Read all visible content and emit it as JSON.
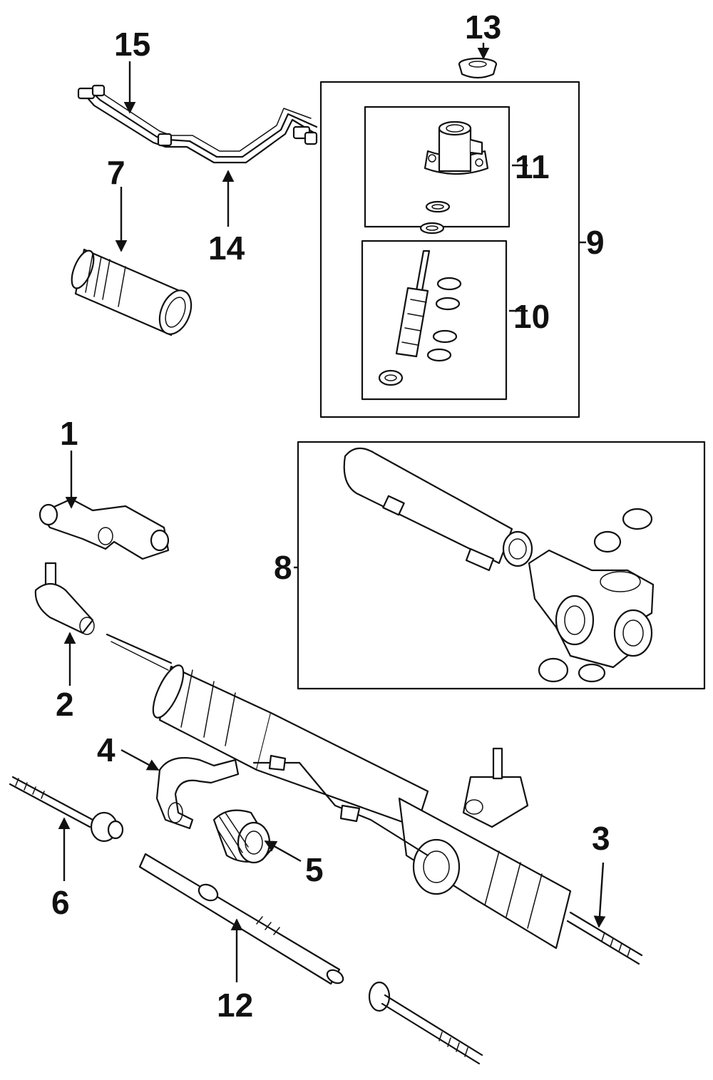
{
  "diagram": {
    "callouts": [
      {
        "id": "c1",
        "text": "1"
      },
      {
        "id": "c2",
        "text": "2"
      },
      {
        "id": "c3",
        "text": "3"
      },
      {
        "id": "c4",
        "text": "4"
      },
      {
        "id": "c5",
        "text": "5"
      },
      {
        "id": "c6",
        "text": "6"
      },
      {
        "id": "c7",
        "text": "7"
      },
      {
        "id": "c8",
        "text": "8"
      },
      {
        "id": "c9",
        "text": "9"
      },
      {
        "id": "c10",
        "text": "10"
      },
      {
        "id": "c11",
        "text": "11"
      },
      {
        "id": "c12",
        "text": "12"
      },
      {
        "id": "c13",
        "text": "13"
      },
      {
        "id": "c14",
        "text": "14"
      },
      {
        "id": "c15",
        "text": "15"
      }
    ]
  },
  "colors": {
    "ink": "#111111",
    "paper": "#ffffff"
  }
}
